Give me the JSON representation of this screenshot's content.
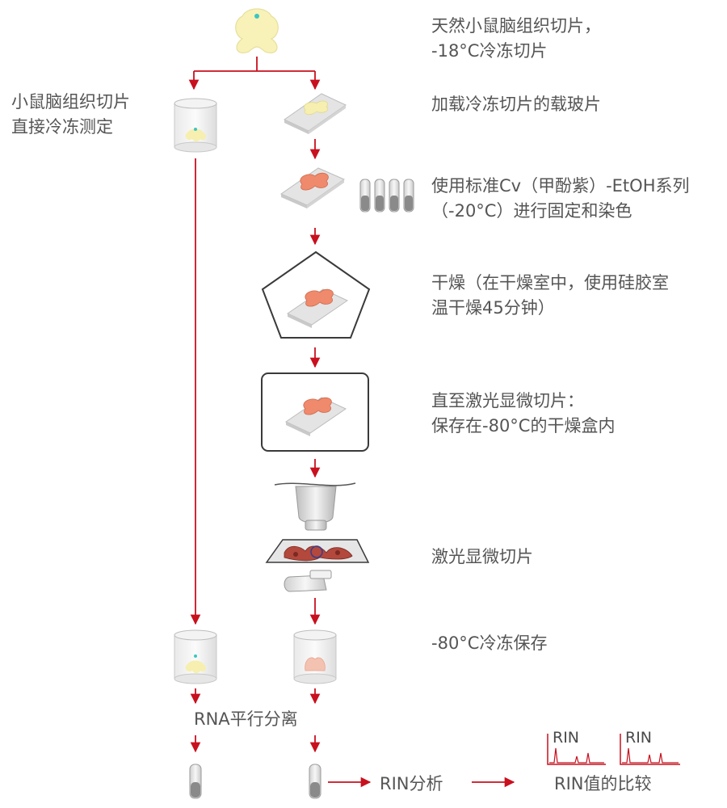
{
  "colors": {
    "arrow": "#c8101e",
    "text": "#555555",
    "tissue": "#f08a6c",
    "brain": "#f8f2b8",
    "slide": "#e2e2e2",
    "frame": "#3a3a3a"
  },
  "steps": {
    "s1": {
      "line1": "天然小鼠脑组织切片，",
      "line2": "-18°C冷冻切片"
    },
    "left": {
      "line1": "小鼠脑组织切片",
      "line2": "直接冷冻测定"
    },
    "s2": {
      "line1": "加载冷冻切片的载玻片"
    },
    "s3": {
      "line1": "使用标准Cv（甲酚紫）-EtOH系列",
      "line2": "（-20°C）进行固定和染色"
    },
    "s4": {
      "line1": "干燥（在干燥室中，使用硅胶室",
      "line2": "温干燥45分钟）"
    },
    "s5": {
      "line1": "直至激光显微切片：",
      "line2": "保存在-80°C的干燥盒内"
    },
    "s6": {
      "line1": "激光显微切片"
    },
    "s7": {
      "line1": "-80°C冷冻保存"
    },
    "rna": {
      "label": "RNA平行分离"
    },
    "rin_analysis": {
      "label": "RIN分析"
    },
    "rin_compare": {
      "label": "RIN值的比较"
    }
  },
  "rin_plots": [
    {
      "label": "RIN"
    },
    {
      "label": "RIN"
    }
  ]
}
